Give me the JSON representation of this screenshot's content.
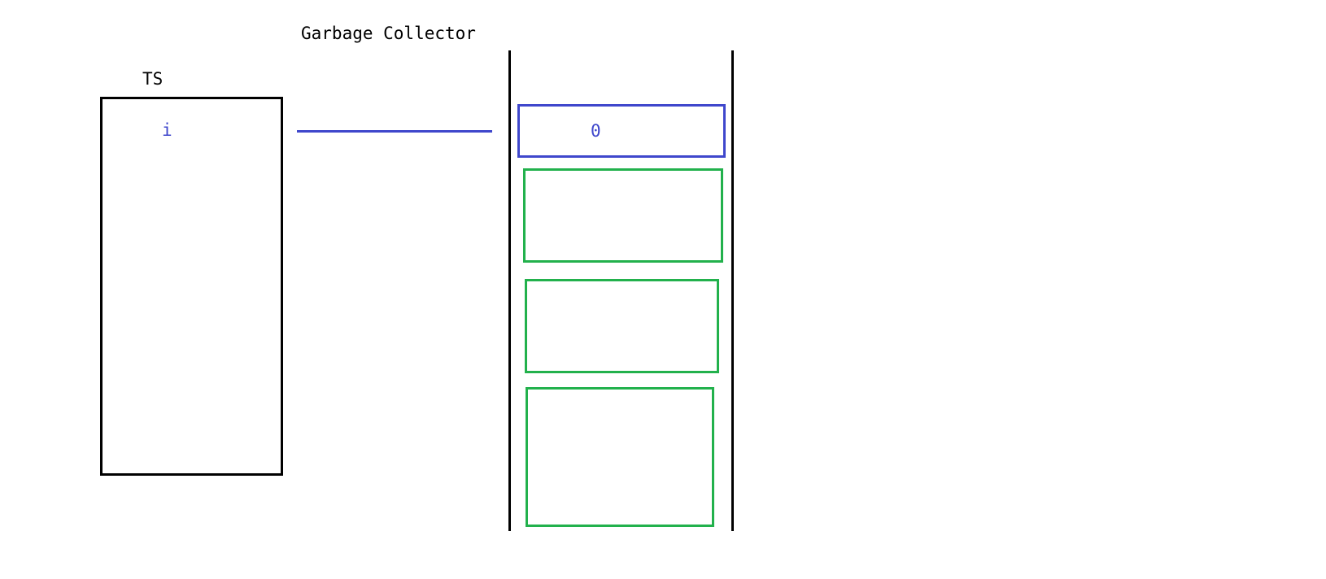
{
  "diagram": {
    "title": "Garbage Collector",
    "thread_stack": {
      "label": "TS",
      "variables": [
        {
          "name": "i"
        }
      ]
    },
    "heap": {
      "objects": [
        {
          "value": "0",
          "referenced": true
        }
      ],
      "free_blocks": 3
    }
  },
  "colors": {
    "reference": "#3f47cc",
    "free_block": "#22b14c",
    "outline": "#000000"
  }
}
